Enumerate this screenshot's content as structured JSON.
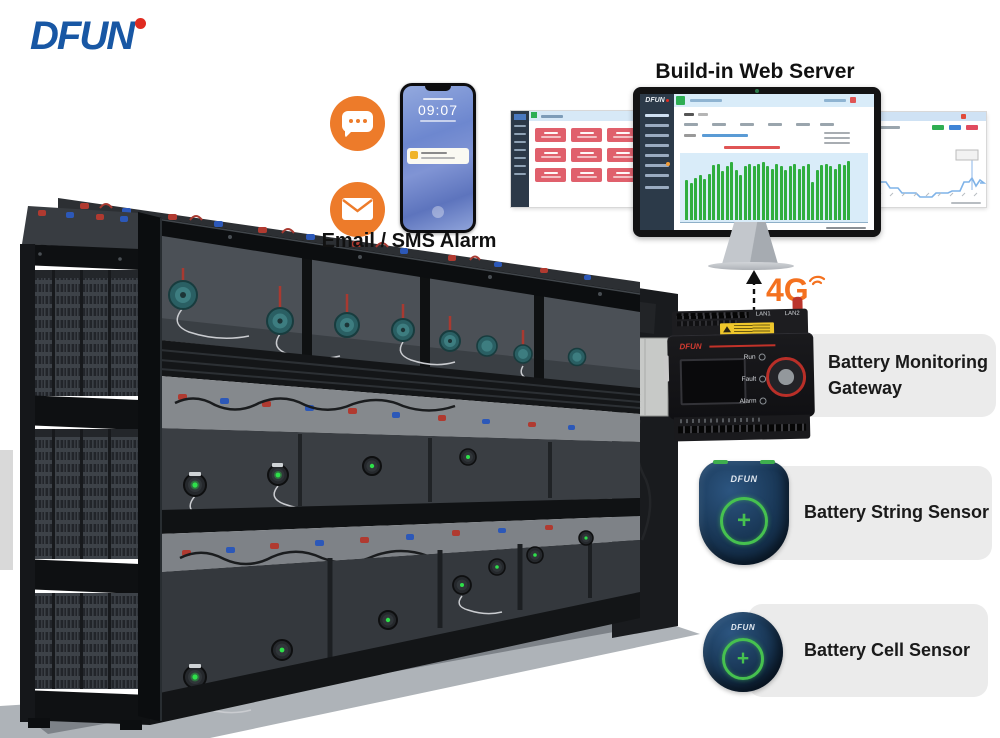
{
  "logo": {
    "text": "DFUN",
    "color": "#1857a4",
    "dot_color": "#e02b20"
  },
  "alarm": {
    "label": "Email / SMS Alarm",
    "accent": "#ed7b2a",
    "icons": [
      "chat-icon",
      "email-icon"
    ],
    "phone": {
      "time": "09:07"
    }
  },
  "webserver": {
    "title": "Build-in Web Server",
    "monitor": {
      "sidebar_logo": "DFUN",
      "bar_color": "#2fae3e",
      "bars": [
        62,
        58,
        66,
        70,
        64,
        72,
        86,
        88,
        76,
        84,
        90,
        78,
        70,
        84,
        88,
        84,
        88,
        90,
        84,
        80,
        88,
        84,
        78,
        84,
        88,
        80,
        84,
        88,
        60,
        78,
        86,
        88,
        84,
        80,
        88,
        86,
        92
      ]
    },
    "left_screen": {
      "card_color": "#e0606c",
      "card_count": 9
    },
    "right_screen": {
      "button_colors": [
        "#2fae52",
        "#3f84d6",
        "#e14b5e"
      ],
      "line_points": "8,46 18,46 22,52 30,52 34,57 48,57 52,61 64,61 68,57 80,57 84,55 92,55 96,46 101,46 104,42 108,50 112,44 116,47 112,47"
    }
  },
  "connection": {
    "label": "4G",
    "color": "#f4711f"
  },
  "gateway": {
    "label": "Battery Monitoring Gateway",
    "device": {
      "brand": "DFUN",
      "ports": [
        "LAN1",
        "LAN2"
      ],
      "leds": [
        "Run",
        "Fault",
        "Alarm"
      ]
    }
  },
  "string_sensor": {
    "label": "Battery String Sensor",
    "brand": "DFUN",
    "plus": "+"
  },
  "cell_sensor": {
    "label": "Battery Cell Sensor",
    "brand": "DFUN",
    "plus": "+"
  }
}
